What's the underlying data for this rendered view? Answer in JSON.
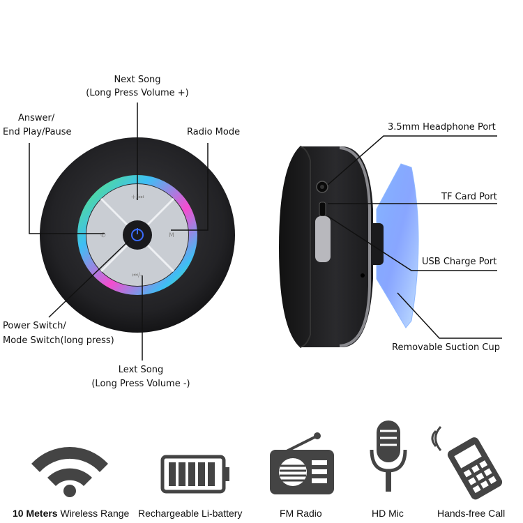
{
  "front_labels": {
    "next_song": "Next Song",
    "next_song_sub": "(Long Press Volume +)",
    "answer": "Answer/",
    "answer_sub": "End Play/Pause",
    "radio_mode": "Radio Mode",
    "power_switch": "Power Switch/",
    "power_switch_sub": "Mode Switch(long press)",
    "lext_song": "Lext Song",
    "lext_song_sub": "(Long Press Volume -)"
  },
  "side_labels": {
    "headphone_port": "3.5mm Headphone Port",
    "tf_card_port": "TF Card Port",
    "usb_charge_port": "USB Charge Port",
    "suction_cup": "Removable Suction Cup"
  },
  "features": [
    {
      "icon": "wifi-icon",
      "label_bold": "10 Meters",
      "label": "Wireless Range"
    },
    {
      "icon": "battery-icon",
      "label": "Rechargeable Li-battery"
    },
    {
      "icon": "radio-icon",
      "label": "FM Radio"
    },
    {
      "icon": "microphone-icon",
      "label": "HD Mic"
    },
    {
      "icon": "phone-icon",
      "label": "Hands-free Call"
    }
  ],
  "colors": {
    "body": "#1f1f22",
    "led_blue": "#3fc6ff",
    "led_pink": "#ff4fd8",
    "led_green": "#5af07a",
    "icon_gray": "#444444"
  }
}
